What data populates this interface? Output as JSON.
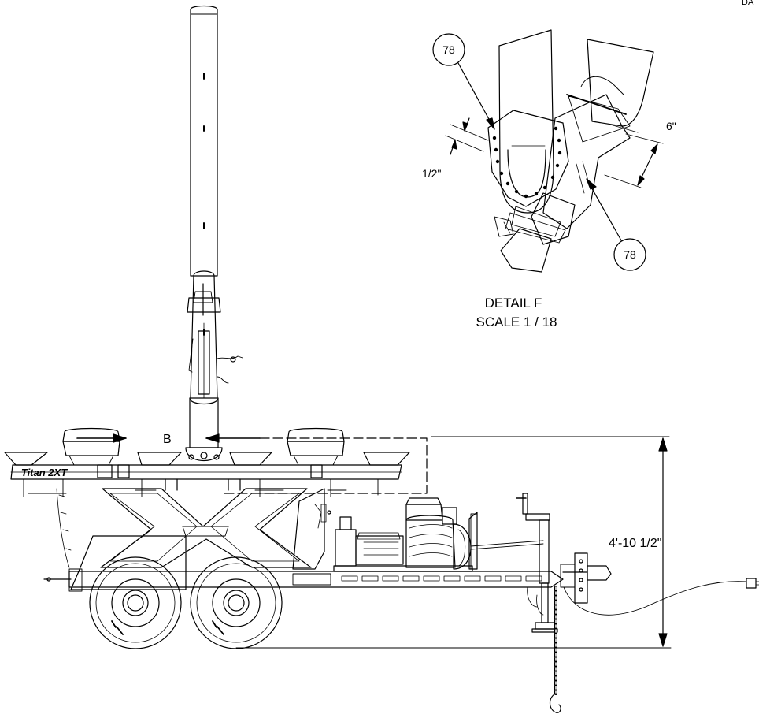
{
  "page_corner": "DA",
  "detail": {
    "title": "DETAIL  F",
    "scale": "SCALE 1 / 18",
    "balloon_top": "78",
    "balloon_bottom": "78",
    "dim_left": "1/2\"",
    "dim_right": "6\""
  },
  "trailer": {
    "brand": "Titan 2XT",
    "section_label": "B",
    "height_dim": "4'-10 1/2\""
  },
  "colors": {
    "line": "#000000",
    "background": "#ffffff"
  }
}
